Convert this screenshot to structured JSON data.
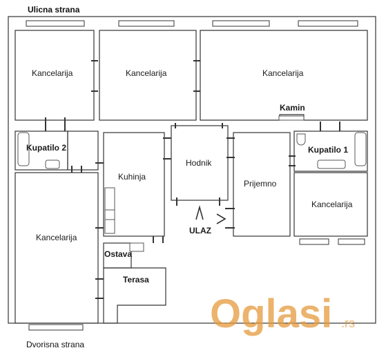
{
  "headings": {
    "street_side": "Ulicna strana",
    "yard_side": "Dvorisna strana"
  },
  "rooms": {
    "office_1": "Kancelarija",
    "office_2": "Kancelarija",
    "office_3": "Kancelarija",
    "fireplace": "Kamin",
    "bathroom_2": "Kupatilo 2",
    "bathroom_1": "Kupatilo 1",
    "kitchen": "Kuhinja",
    "hallway": "Hodnik",
    "reception": "Prijemno",
    "office_4": "Kancelarija",
    "entrance": "ULAZ",
    "office_5": "Kancelarija",
    "pantry": "Ostava",
    "terrace": "Terasa"
  },
  "watermark": {
    "brand": "Oglasi",
    "tld": ".rs",
    "color": "#e59a3c"
  },
  "colors": {
    "wall": "#333333",
    "fixture": "#555555"
  }
}
